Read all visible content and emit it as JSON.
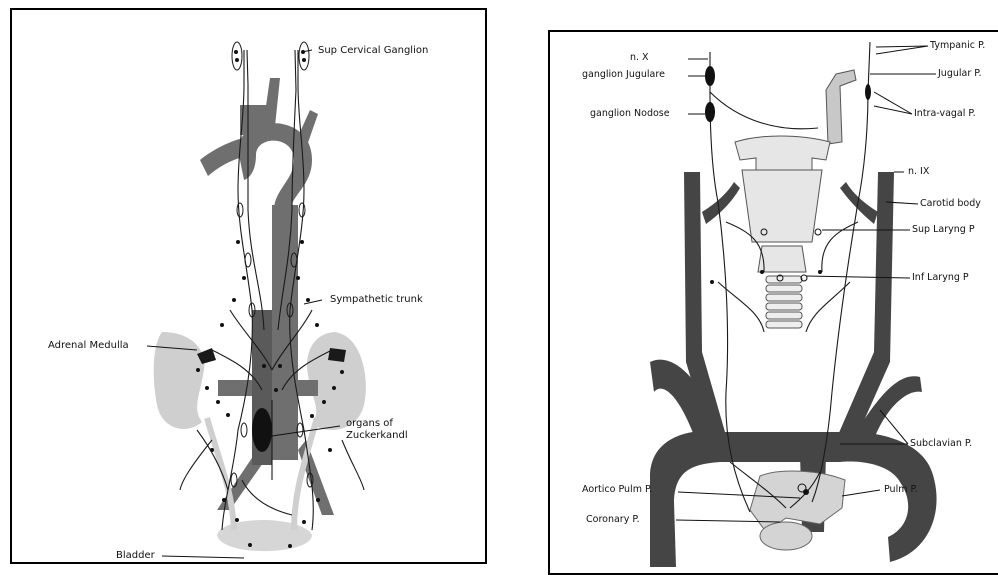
{
  "left_figure": {
    "labels": {
      "sup_cervical_ganglion": "Sup Cervical Ganglion",
      "sympathetic_trunk": "Sympathetic trunk",
      "adrenal_medulla": "Adrenal Medulla",
      "organs_of_zuckerkandl_line1": "organs of",
      "organs_of_zuckerkandl_line2": "Zuckerkandl",
      "bladder": "Bladder"
    },
    "colors": {
      "vessel": "#6f6f6f",
      "kidney": "#cfcfcf",
      "nerve": "#1a1a1a"
    }
  },
  "right_figure": {
    "labels": {
      "n_x": "n. X",
      "ganglion_jugulare": "ganglion Jugulare",
      "ganglion_nodose": "ganglion Nodose",
      "tympanic_p": "Tympanic P.",
      "jugular_p": "Jugular P.",
      "intra_vagal_p": "Intra-vagal P.",
      "n_ix": "n. IX",
      "carotid_body": "Carotid body",
      "sup_laryng_p": "Sup Laryng P",
      "inf_laryng_p": "Inf Laryng P",
      "subclavian_p": "Subclavian P.",
      "aortico_pulm_p": "Aortico Pulm P.",
      "pulm_p": "Pulm P.",
      "coronary_p": "Coronary P."
    },
    "colors": {
      "vessel": "#454545",
      "pulmonary": "#d4d4d4",
      "larynx": "#e6e6e6"
    }
  }
}
